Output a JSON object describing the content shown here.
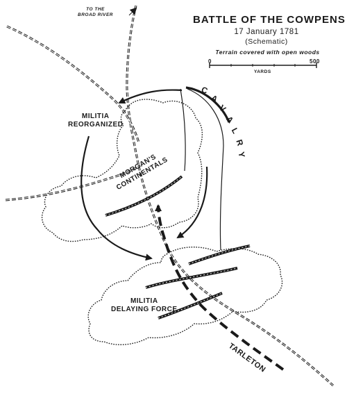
{
  "title": "BATTLE OF THE COWPENS",
  "date": "17 January 1781",
  "note": "(Schematic)",
  "legend": "Terrain covered with open woods",
  "scale": {
    "start": "0",
    "end": "500",
    "unit": "YARDS"
  },
  "road_label": [
    "TO THE",
    "BROAD RIVER"
  ],
  "labels": {
    "militia_reorganized": [
      "MILITIA",
      "REORGANIZED"
    ],
    "morgans_continentals": [
      "MORGAN'S",
      "CONTINENTALS"
    ],
    "militia_delaying_force": [
      "MILITIA",
      "DELAYING FORCE"
    ],
    "cavalry": [
      "C",
      "A",
      "V",
      "A",
      "L",
      "R",
      "Y"
    ],
    "tarleton": "TARLETON"
  },
  "colors": {
    "ink": "#1a1a1a",
    "background": "#ffffff"
  }
}
